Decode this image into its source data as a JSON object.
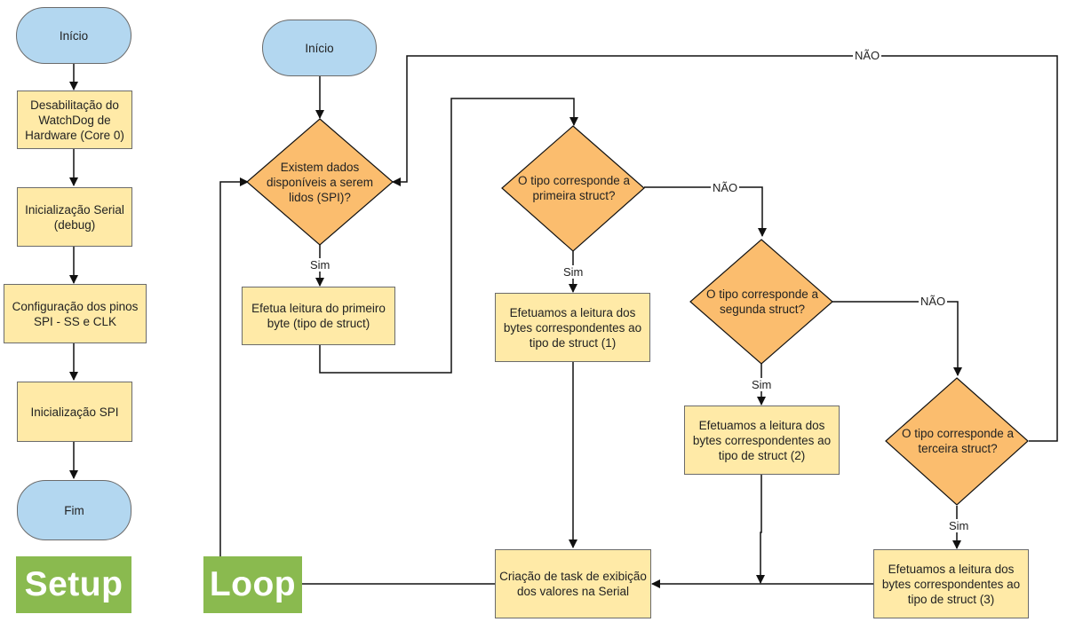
{
  "setup": {
    "start": "Início",
    "steps": [
      "Desabilitação do WatchDog de Hardware (Core 0)",
      "Inicialização Serial (debug)",
      "Configuração dos pinos SPI - SS e CLK",
      "Inicialização SPI"
    ],
    "end": "Fim",
    "badge": "Setup"
  },
  "loop": {
    "start": "Início",
    "decision_data": "Existem dados disponíveis a serem lidos (SPI)?",
    "read_first_byte": "Efetua leitura do primeiro byte (tipo de struct)",
    "decision_struct1": "O tipo corresponde a primeira struct?",
    "decision_struct2": "O tipo corresponde a segunda struct?",
    "decision_struct3": "O tipo corresponde a terceira struct?",
    "read_struct1": "Efetuamos a leitura dos bytes correspondentes ao tipo de struct (1)",
    "read_struct2": "Efetuamos a leitura dos bytes correspondentes ao tipo de struct (2)",
    "read_struct3": "Efetuamos a leitura dos bytes correspondentes ao tipo de struct (3)",
    "create_task": "Criação de task de exibição dos valores na Serial",
    "badge": "Loop"
  },
  "edge_labels": {
    "yes": "Sim",
    "no": "NÃO"
  },
  "colors": {
    "process": "#ffeaa7",
    "terminal": "#b3d7f0",
    "decision": "#fbbd6e",
    "badge": "#8aba4f",
    "line": "#111111"
  }
}
